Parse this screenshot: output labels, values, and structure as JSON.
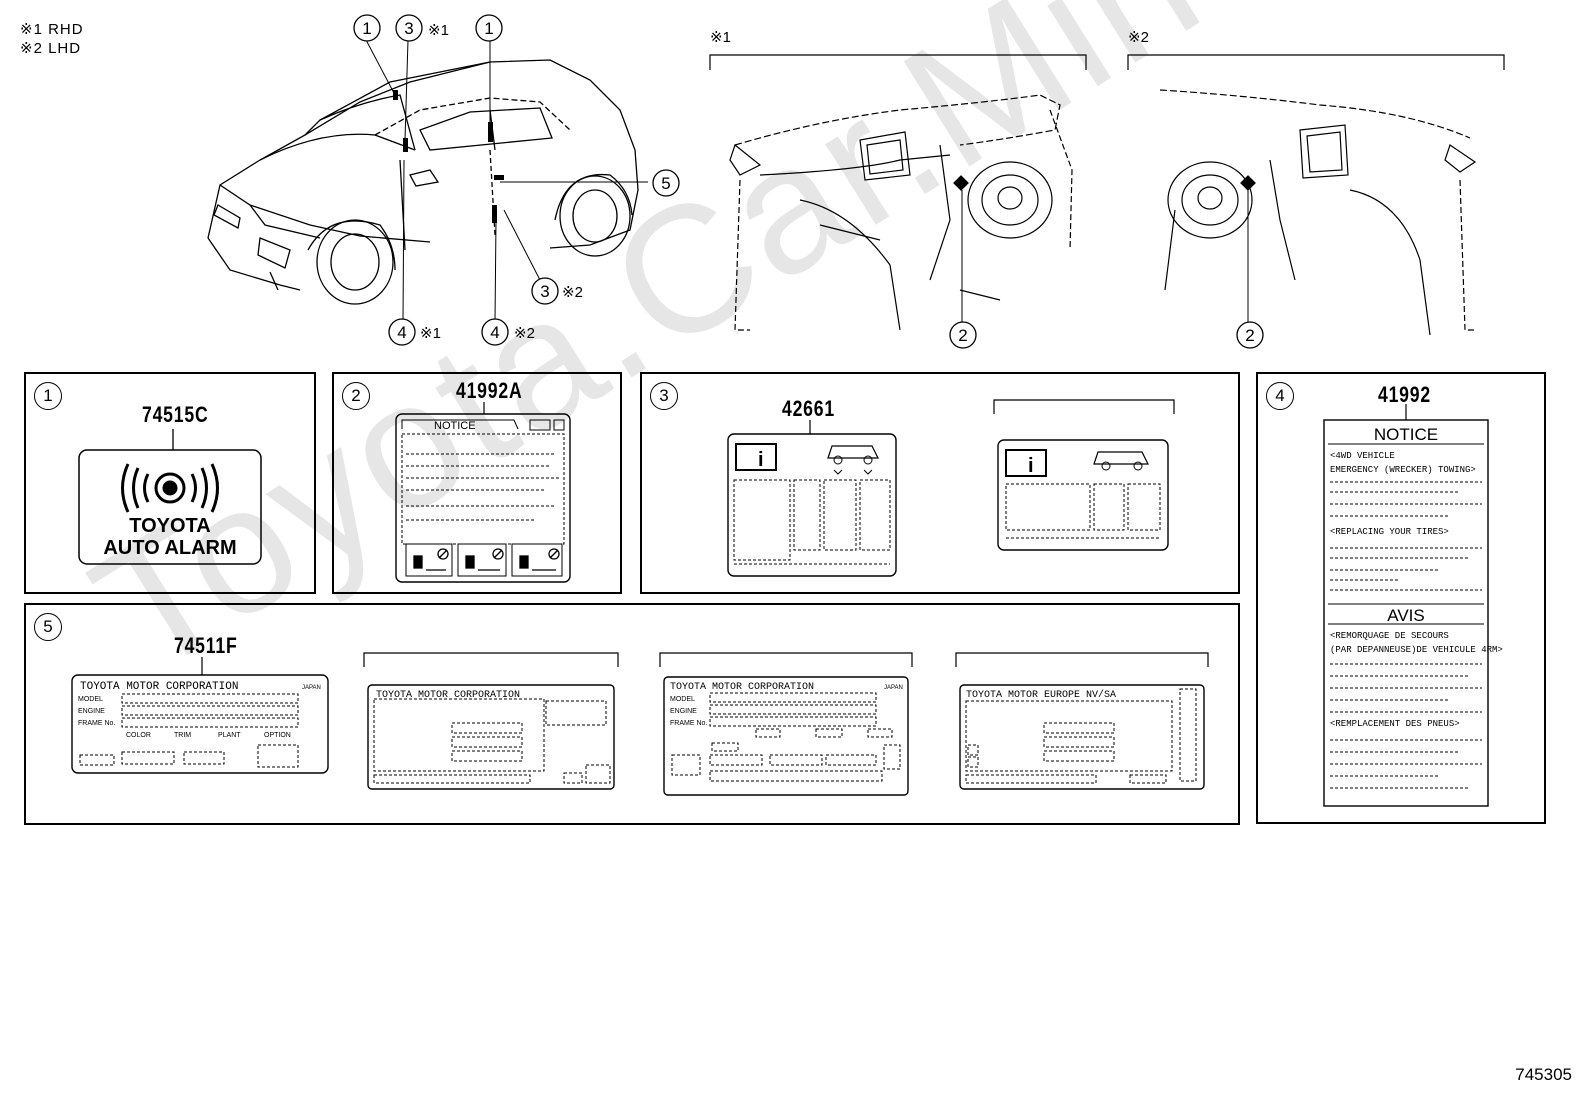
{
  "legend": {
    "item1": "※1  RHD",
    "item2": "※2  LHD"
  },
  "callouts": {
    "n1": "1",
    "n2": "2",
    "n3": "3",
    "n4": "4",
    "n5": "5",
    "note_rhd": "※1",
    "note_lhd": "※2"
  },
  "dash_view_labels": {
    "rhd": "※1",
    "lhd": "※2"
  },
  "panels": {
    "p1": {
      "num": "1",
      "part_no": "74515C",
      "label_line1": "TOYOTA",
      "label_line2": "AUTO ALARM"
    },
    "p2": {
      "num": "2",
      "part_no": "41992A",
      "label_heading": "NOTICE"
    },
    "p3": {
      "num": "3",
      "part_no": "42661"
    },
    "p4": {
      "num": "4",
      "part_no": "41992",
      "heading_en": "NOTICE",
      "line_4wd": "<4WD  VEHICLE",
      "line_tow": "EMERGENCY (WRECKER) TOWING>",
      "line_tires": "<REPLACING YOUR TIRES>",
      "heading_fr": "AVIS",
      "line_fr1": "<REMORQUAGE DE SECOURS",
      "line_fr2": "(PAR DEPANNEUSE)DE VEHICULE 4RM>",
      "line_fr3": "<REMPLACEMENT DES PNEUS>"
    },
    "p5": {
      "num": "5",
      "part_no": "74511F",
      "plate1": {
        "maker": "TOYOTA  MOTOR  CORPORATION",
        "origin": "JAPAN",
        "f1": "MODEL",
        "f2": "ENGINE",
        "f3": "FRAME No.",
        "c1": "COLOR",
        "c2": "TRIM",
        "c3": "PLANT",
        "c4": "OPTION"
      },
      "plate2": {
        "maker": "TOYOTA  MOTOR  CORPORATION"
      },
      "plate3": {
        "maker": "TOYOTA  MOTOR  CORPORATION",
        "origin": "JAPAN",
        "f1": "MODEL",
        "f2": "ENGINE",
        "f3": "FRAME No."
      },
      "plate4": {
        "maker": "TOYOTA  MOTOR  EUROPE   NV/SA"
      }
    }
  },
  "watermark": "Toyota.Car.Mine.ru",
  "doc_id": "745305"
}
